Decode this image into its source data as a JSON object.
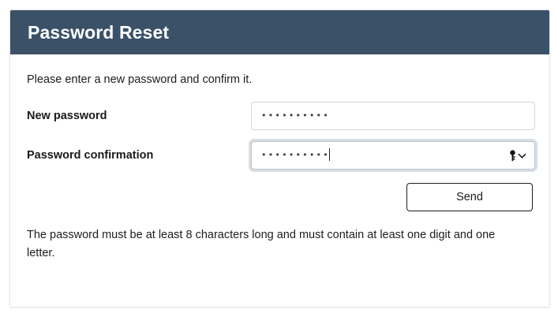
{
  "panel": {
    "header": {
      "title": "Password Reset",
      "background_color": "#3a5168",
      "title_color": "#ffffff"
    },
    "intro_text": "Please enter a new password and confirm it.",
    "fields": [
      {
        "label": "New password",
        "value_masked": "••••••••••",
        "placeholder": "",
        "focused": false,
        "has_key_affordance": false
      },
      {
        "label": "Password confirmation",
        "value_masked": "••••••••••",
        "placeholder": "",
        "focused": true,
        "has_key_affordance": true,
        "key_icon_name": "key-icon",
        "chevron_icon_name": "chevron-down-icon"
      }
    ],
    "submit_button": {
      "label": "Send"
    },
    "hint_text": "The password must be at least 8 characters long and must contain at least one digit and one letter."
  }
}
